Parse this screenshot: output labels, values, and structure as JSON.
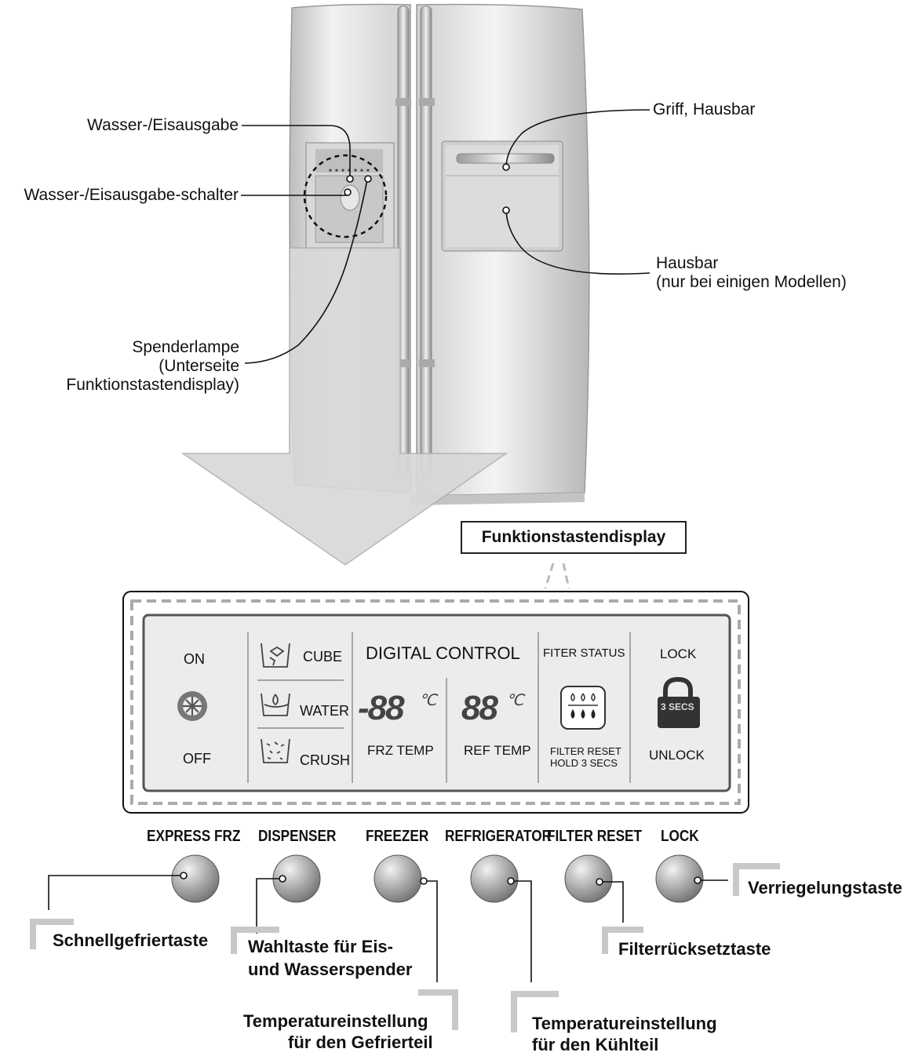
{
  "callouts": {
    "dispenser": "Wasser-/Eisausgabe",
    "dispenser_switch": "Wasser-/Eisausgabe-schalter",
    "lamp_1": "Spenderlampe",
    "lamp_2": "(Unterseite",
    "lamp_3": "Funktionstastendisplay)",
    "handle": "Griff, Hausbar",
    "homebar_1": "Hausbar",
    "homebar_2": "(nur bei einigen Modellen)"
  },
  "display_title": "Funktionstastendisplay",
  "panel": {
    "on": "ON",
    "off": "OFF",
    "cube": "CUBE",
    "water": "WATER",
    "crush": "CRUSH",
    "digital_control": "DIGITAL CONTROL",
    "frz_digits": "-88",
    "ref_digits": "88",
    "degree_c": "℃",
    "frz_temp": "FRZ TEMP",
    "ref_temp": "REF TEMP",
    "filter_status": "FITER STATUS",
    "filter_reset_1": "FILTER RESET",
    "filter_reset_2": "HOLD 3 SECS",
    "lock": "LOCK",
    "lock_badge": "3 SECS",
    "unlock": "UNLOCK"
  },
  "buttons": {
    "express_frz": "EXPRESS FRZ",
    "dispenser": "DISPENSER",
    "freezer": "FREEZER",
    "refrigerator": "REFRIGERATOR",
    "filter_reset": "FILTER RESET",
    "lock": "LOCK"
  },
  "button_callouts": {
    "express": "Schnellgefriertaste",
    "dispenser_1": "Wahltaste für Eis-",
    "dispenser_2": "und Wasserspender",
    "freezer_1": "Temperatureinstellung",
    "freezer_2": "für den Gefrierteil",
    "fridge_1": "Temperatureinstellung",
    "fridge_2": "für den Kühlteil",
    "filter": "Filterrücksetztaste",
    "lock": "Verriegelungstaste"
  },
  "colors": {
    "fridge_body": "#dcdcdc",
    "arrow": "#d6d6d6",
    "panel_bg": "#eaeaea",
    "button": "#9a9a9a",
    "bracket": "#c8c8c8"
  }
}
